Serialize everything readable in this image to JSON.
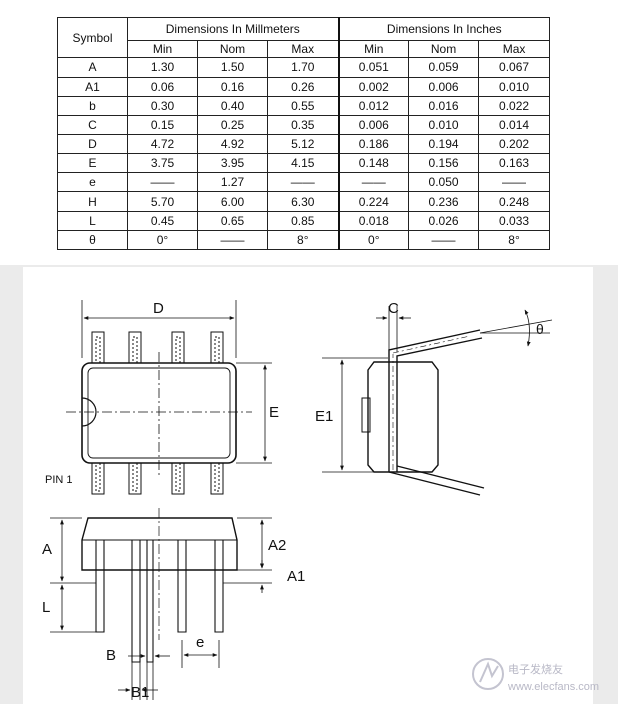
{
  "table": {
    "header": {
      "symbol": "Symbol",
      "mm_group": "Dimensions In Millmeters",
      "in_group": "Dimensions In Inches",
      "min": "Min",
      "nom": "Nom",
      "max": "Max"
    },
    "rows": [
      {
        "symbol": "A",
        "mm": [
          "1.30",
          "1.50",
          "1.70"
        ],
        "in": [
          "0.051",
          "0.059",
          "0.067"
        ]
      },
      {
        "symbol": "A1",
        "mm": [
          "0.06",
          "0.16",
          "0.26"
        ],
        "in": [
          "0.002",
          "0.006",
          "0.010"
        ]
      },
      {
        "symbol": "b",
        "mm": [
          "0.30",
          "0.40",
          "0.55"
        ],
        "in": [
          "0.012",
          "0.016",
          "0.022"
        ]
      },
      {
        "symbol": "C",
        "mm": [
          "0.15",
          "0.25",
          "0.35"
        ],
        "in": [
          "0.006",
          "0.010",
          "0.014"
        ]
      },
      {
        "symbol": "D",
        "mm": [
          "4.72",
          "4.92",
          "5.12"
        ],
        "in": [
          "0.186",
          "0.194",
          "0.202"
        ]
      },
      {
        "symbol": "E",
        "mm": [
          "3.75",
          "3.95",
          "4.15"
        ],
        "in": [
          "0.148",
          "0.156",
          "0.163"
        ]
      },
      {
        "symbol": "e",
        "mm": [
          "——",
          "1.27",
          "——"
        ],
        "in": [
          "——",
          "0.050",
          "——"
        ]
      },
      {
        "symbol": "H",
        "mm": [
          "5.70",
          "6.00",
          "6.30"
        ],
        "in": [
          "0.224",
          "0.236",
          "0.248"
        ]
      },
      {
        "symbol": "L",
        "mm": [
          "0.45",
          "0.65",
          "0.85"
        ],
        "in": [
          "0.018",
          "0.026",
          "0.033"
        ]
      },
      {
        "symbol": "θ",
        "mm": [
          "0°",
          "——",
          "8°"
        ],
        "in": [
          "0°",
          "——",
          "8°"
        ]
      }
    ]
  },
  "drawing": {
    "labels": {
      "D": "D",
      "E": "E",
      "pin1": "PIN 1",
      "C": "C",
      "theta": "θ",
      "E1": "E1",
      "A": "A",
      "A2": "A2",
      "A1": "A1",
      "L": "L",
      "e": "e",
      "B": "B",
      "B1": "B1"
    },
    "watermark": {
      "brand": "电子发烧友",
      "url": "www.elecfans.com"
    }
  }
}
